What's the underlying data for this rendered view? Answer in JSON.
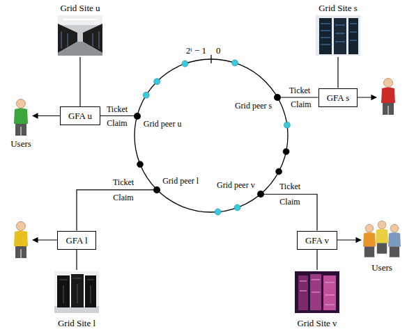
{
  "diagram": {
    "nodes": [
      {
        "text": [
          "Grid Site u"
        ]
      },
      {
        "text": [
          "Grid Site s"
        ]
      },
      {
        "text": [
          "GFA u"
        ]
      },
      {
        "text": [
          "GFA s"
        ]
      },
      {
        "text": [
          "Grid peer u"
        ]
      },
      {
        "text": [
          "Grid peer s"
        ]
      },
      {
        "text": [
          "Grid peer l"
        ]
      },
      {
        "text": [
          "Grid peer v"
        ]
      },
      {
        "text": [
          "GFA l"
        ]
      },
      {
        "text": [
          "GFA v"
        ]
      },
      {
        "text": [
          "Grid Site l"
        ]
      },
      {
        "text": [
          "Grid Site v"
        ]
      }
    ],
    "edges": [
      {
        "from": 0,
        "to": 2,
        "arrow": "none"
      },
      {
        "from": 1,
        "to": 3,
        "arrow": "none"
      },
      {
        "from": 2,
        "to": 4,
        "label": "Ticket",
        "arrow": "none"
      },
      {
        "from": 3,
        "to": 5,
        "label": "Ticket",
        "arrow": "none"
      },
      {
        "from": 8,
        "to": 6,
        "label": "Ticket",
        "arrow": "none"
      },
      {
        "from": 9,
        "to": 7,
        "label": "Ticket",
        "arrow": "none"
      },
      {
        "from": 8,
        "to": 10,
        "arrow": "none"
      },
      {
        "from": 9,
        "to": 11,
        "arrow": "none"
      }
    ],
    "labels": [
      "2ᵗ − 1",
      "0",
      "Users",
      "Claim",
      "Claim",
      "Claim",
      "Claim",
      "Users"
    ]
  }
}
